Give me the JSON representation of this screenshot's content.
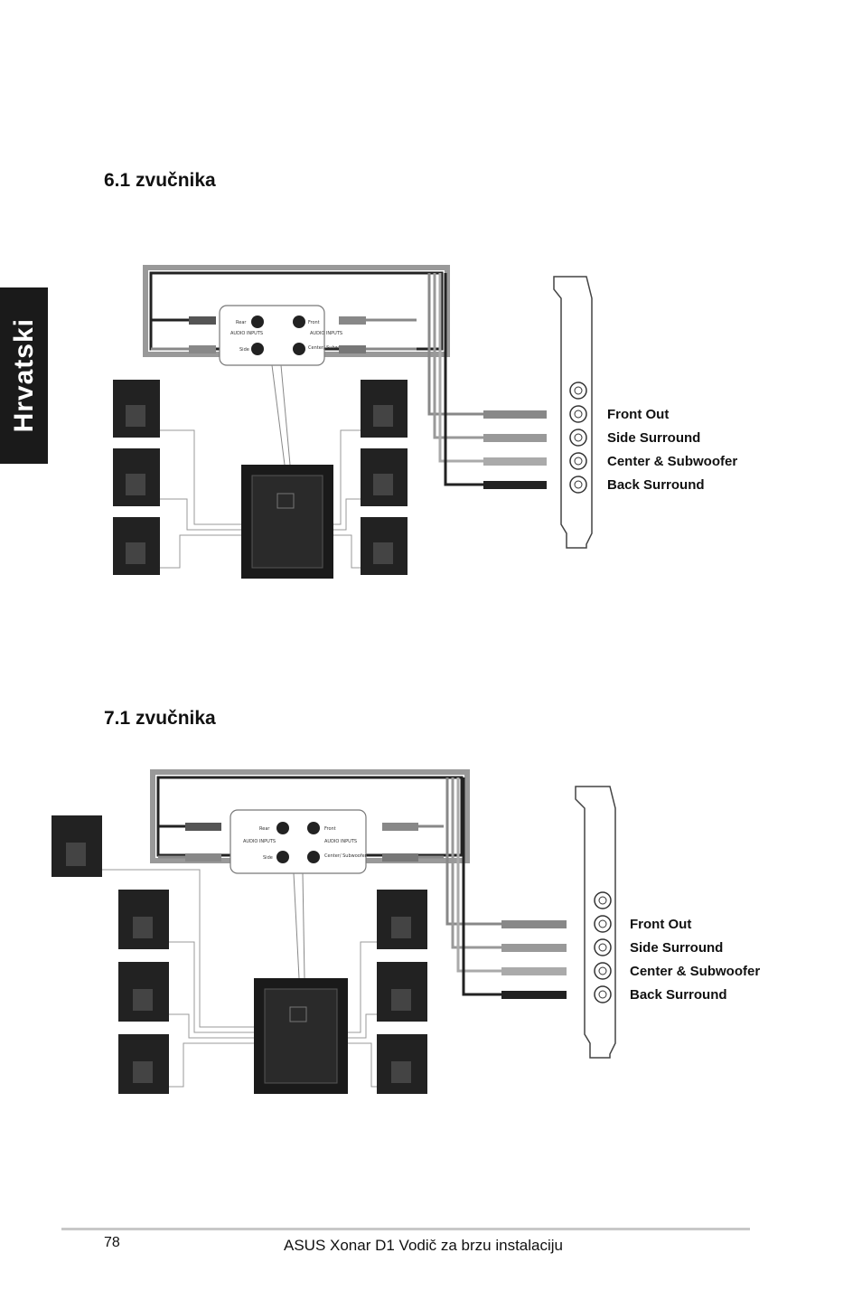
{
  "side_tab": {
    "label": "Hrvatski"
  },
  "section_1": {
    "title": "6.1 zvučnika",
    "card_labels": [
      "Front Out",
      "Side Surround",
      "Center & Subwoofer",
      "Back Surround"
    ],
    "amp_labels": {
      "rear": "Rear",
      "side": "Side",
      "front": "Front",
      "center": "Center/ Subwoofer",
      "audio_inputs": "AUDIO INPUTS"
    }
  },
  "section_2": {
    "title": "7.1 zvučnika",
    "card_labels": [
      "Front Out",
      "Side Surround",
      "Center & Subwoofer",
      "Back Surround"
    ],
    "amp_labels": {
      "rear": "Rear",
      "side": "Side",
      "front": "Front",
      "center": "Center/ Subwoofer",
      "audio_inputs": "AUDIO INPUTS"
    }
  },
  "footer": {
    "page_number": "78",
    "text": "ASUS Xonar D1 Vodič za brzu instalaciju"
  }
}
